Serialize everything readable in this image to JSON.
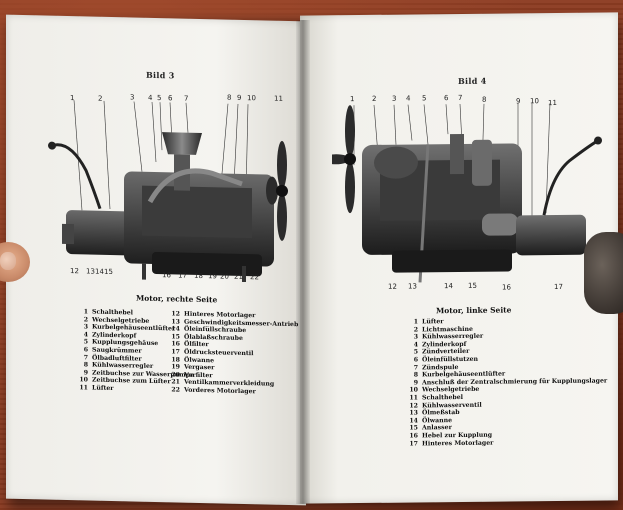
{
  "left_page": {
    "figure_title": "Bild 3",
    "callouts_top": [
      "1",
      "2",
      "3",
      "4",
      "5",
      "6",
      "7",
      "8",
      "9",
      "10",
      "11"
    ],
    "callouts_bottom": [
      "12",
      "13",
      "14",
      "15",
      "16",
      "17",
      "18",
      "19",
      "20",
      "21",
      "22"
    ],
    "caption": "Motor, rechte Seite",
    "legend_col1": [
      {
        "n": "1",
        "t": "Schalthebel"
      },
      {
        "n": "2",
        "t": "Wechselgetriebe"
      },
      {
        "n": "3",
        "t": "Kurbelgehäuseentlüfter"
      },
      {
        "n": "4",
        "t": "Zylinderkopf"
      },
      {
        "n": "5",
        "t": "Kupplungsgehäuse"
      },
      {
        "n": "6",
        "t": "Saugkrümmer"
      },
      {
        "n": "7",
        "t": "Ölbadluftfilter"
      },
      {
        "n": "8",
        "t": "Kühlwasserregler"
      },
      {
        "n": "9",
        "t": "Zeitbuchse zur Wasserpumpe"
      },
      {
        "n": "10",
        "t": "Zeitbuchse zum Lüfter"
      },
      {
        "n": "11",
        "t": "Lüfter"
      }
    ],
    "legend_col2": [
      {
        "n": "12",
        "t": "Hinteres Motorlager"
      },
      {
        "n": "13",
        "t": "Geschwindigkeitsmesser-Antrieb"
      },
      {
        "n": "14",
        "t": "Öleinfüllschraube"
      },
      {
        "n": "15",
        "t": "Ölablaßschraube"
      },
      {
        "n": "16",
        "t": "Ölfilter"
      },
      {
        "n": "17",
        "t": "Öldrucksteuerventil"
      },
      {
        "n": "18",
        "t": "Ölwanne"
      },
      {
        "n": "19",
        "t": "Vergaser"
      },
      {
        "n": "20",
        "t": "Vorfilter"
      },
      {
        "n": "21",
        "t": "Ventilkammerverkleidung"
      },
      {
        "n": "22",
        "t": "Vorderes Motorlager"
      }
    ]
  },
  "right_page": {
    "figure_title": "Bild 4",
    "callouts_top": [
      "1",
      "2",
      "3",
      "4",
      "5",
      "6",
      "7",
      "8",
      "9",
      "10",
      "11"
    ],
    "callouts_bottom": [
      "12",
      "13",
      "14",
      "15",
      "16",
      "17"
    ],
    "caption": "Motor, linke Seite",
    "legend": [
      {
        "n": "1",
        "t": "Lüfter"
      },
      {
        "n": "2",
        "t": "Lichtmaschine"
      },
      {
        "n": "3",
        "t": "Kühlwasserregler"
      },
      {
        "n": "4",
        "t": "Zylinderkopf"
      },
      {
        "n": "5",
        "t": "Zündverteiler"
      },
      {
        "n": "6",
        "t": "Öleinfüllstutzen"
      },
      {
        "n": "7",
        "t": "Zündspule"
      },
      {
        "n": "8",
        "t": "Kurbelgehäuseentlüfter"
      },
      {
        "n": "9",
        "t": "Anschluß der Zentralschmierung für Kupplungslager"
      },
      {
        "n": "10",
        "t": "Wechselgetriebe"
      },
      {
        "n": "11",
        "t": "Schalthebel"
      },
      {
        "n": "12",
        "t": "Kühlwasserventil"
      },
      {
        "n": "13",
        "t": "Ölmeßstab"
      },
      {
        "n": "14",
        "t": "Ölwanne"
      },
      {
        "n": "15",
        "t": "Anlasser"
      },
      {
        "n": "16",
        "t": "Hebel zur Kupplung"
      },
      {
        "n": "17",
        "t": "Hinteres Motorlager"
      }
    ]
  }
}
